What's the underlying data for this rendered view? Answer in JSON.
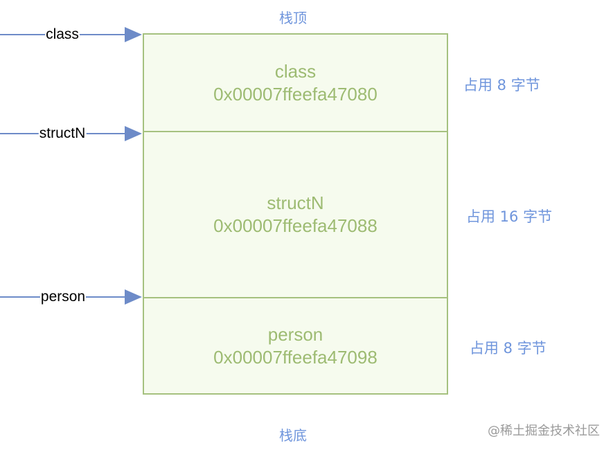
{
  "top_label": "栈顶",
  "bottom_label": "栈底",
  "cells": [
    {
      "name": "class",
      "address": "0x00007ffeefa47080",
      "size": "占用 8 字节"
    },
    {
      "name": "structN",
      "address": "0x00007ffeefa47088",
      "size": "占用 16 字节"
    },
    {
      "name": "person",
      "address": "0x00007ffeefa47098",
      "size": "占用 8 字节"
    }
  ],
  "pointers": [
    {
      "label": "class"
    },
    {
      "label": "structN"
    },
    {
      "label": "person"
    }
  ],
  "watermark": "@稀土掘金技术社区",
  "colors": {
    "cell_border": "#a5c17f",
    "cell_fill": "#f6fbee",
    "cell_text": "#9dbb72",
    "caption_text": "#6f95dc",
    "arrow": "#6d8bc8"
  }
}
